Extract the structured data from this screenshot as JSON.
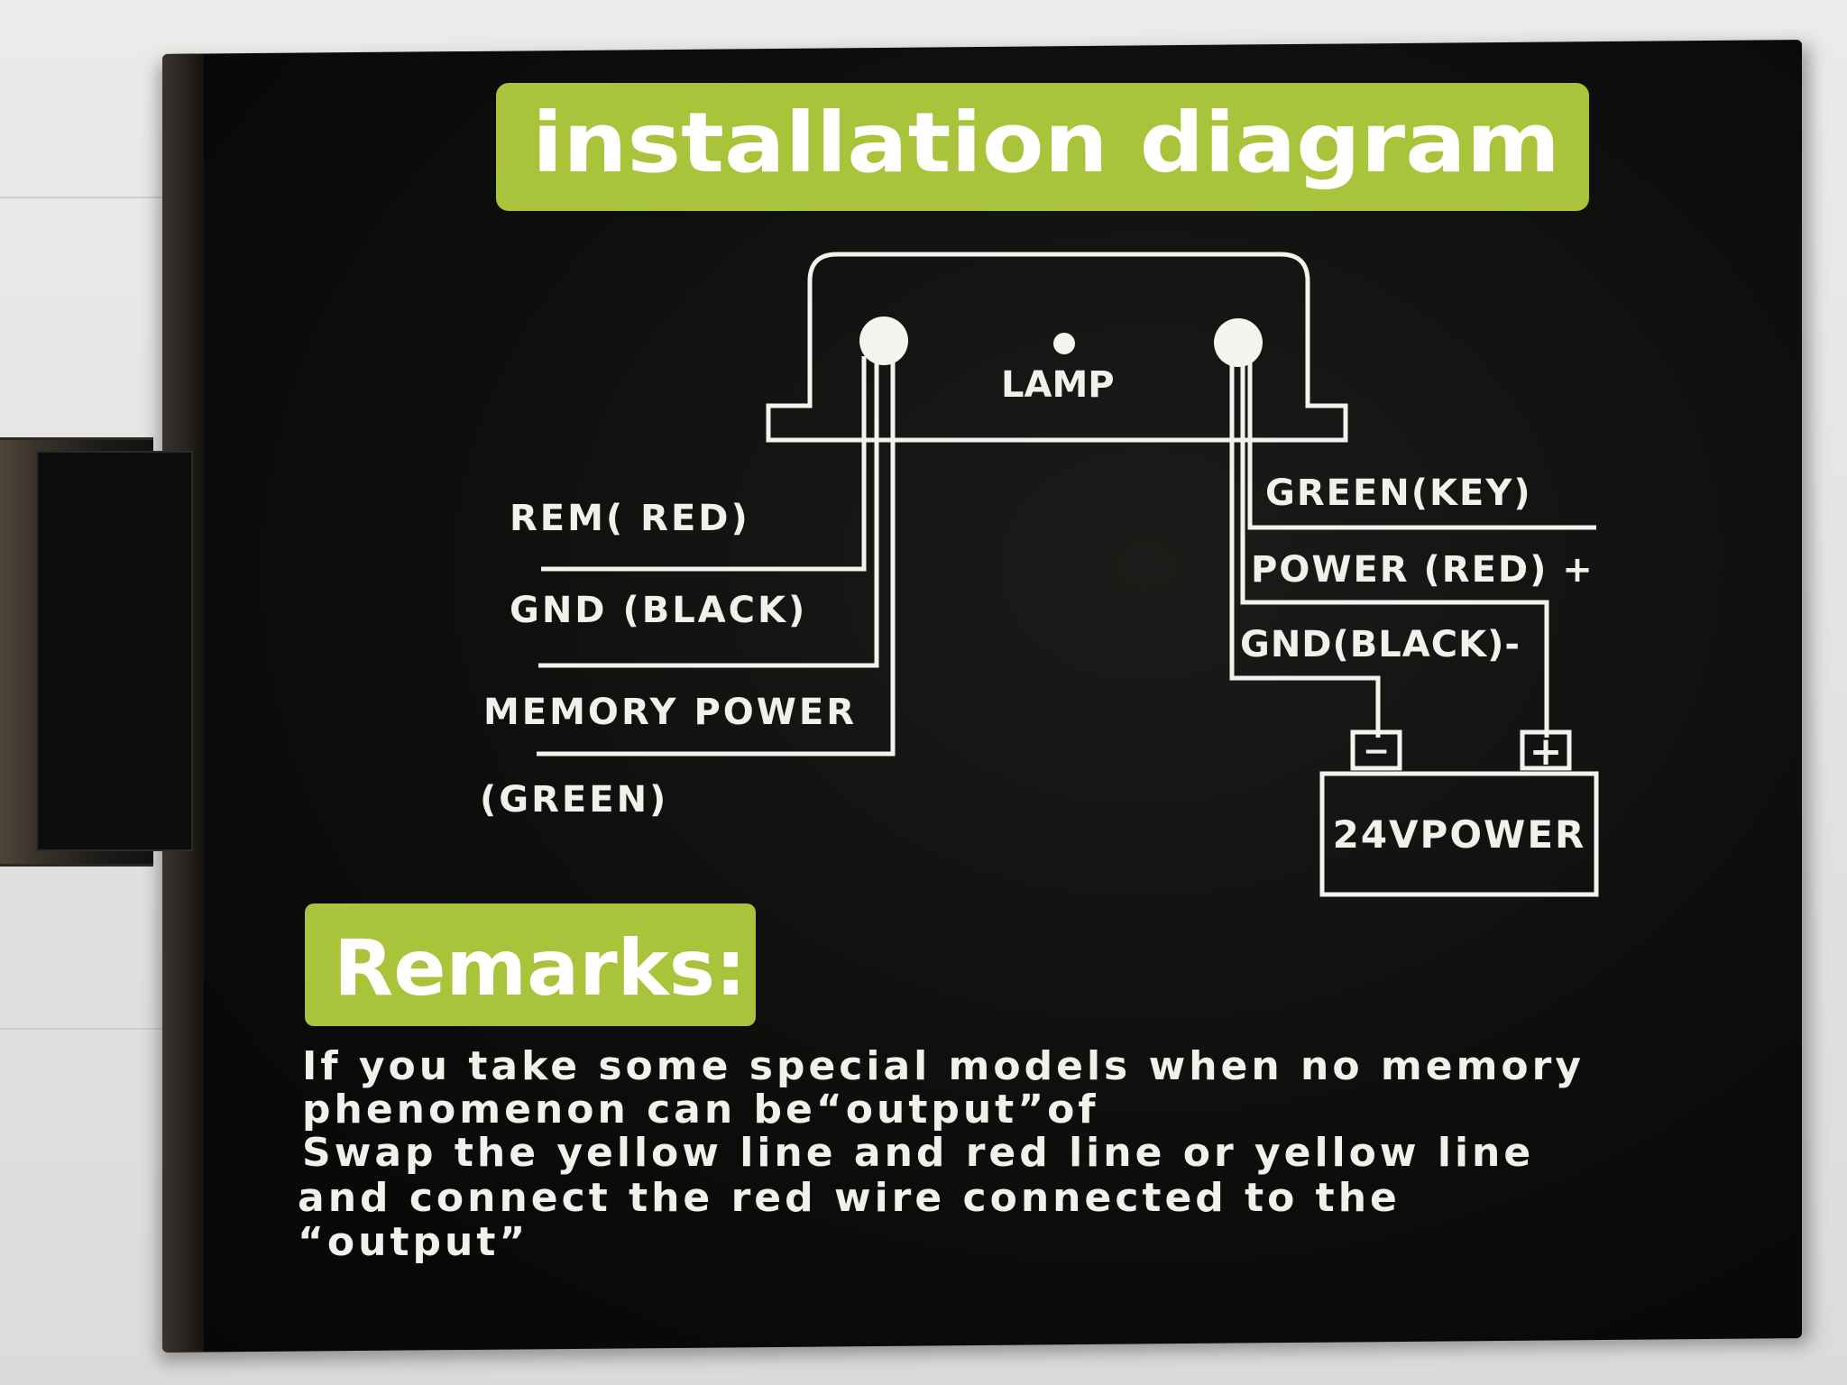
{
  "title": "installation diagram",
  "lamp_label": "LAMP",
  "left_wires": {
    "rem": "REM( RED)",
    "gnd": "GND (BLACK)",
    "memory_power": "MEMORY POWER",
    "memory_power_color": "(GREEN)"
  },
  "right_wires": {
    "green_key": "GREEN(KEY)",
    "power_red": "POWER (RED) +",
    "gnd_black": "GND(BLACK)-"
  },
  "battery": {
    "label": "24VPOWER",
    "minus": "−",
    "plus": "+"
  },
  "remarks": {
    "heading": "Remarks:",
    "lines": [
      "If you take some special models when no memory",
      "phenomenon can be“output”of",
      " Swap the yellow  line and red  line or yellow line",
      "and connect the red wire connected to the",
      "“output”"
    ]
  },
  "colors": {
    "banner": "#a9c43a",
    "box": "#0e0f0d",
    "text": "#f0f0ec"
  }
}
